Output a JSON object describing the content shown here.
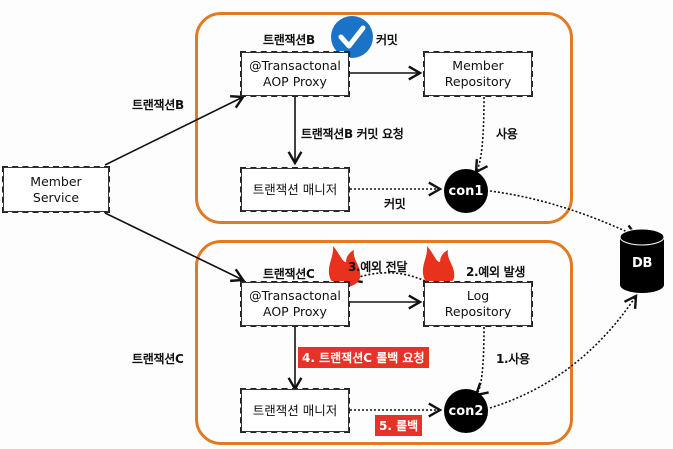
{
  "outer_labels": {
    "tx_b": "트랜잭션B",
    "tx_c": "트랜잭션C"
  },
  "member_service": {
    "line1": "Member",
    "line2": "Service"
  },
  "tx_b_group": {
    "title": "트랜잭션B",
    "commit_badge": "커밋",
    "proxy": {
      "line1": "@Transactonal",
      "line2": "AOP Proxy"
    },
    "repository": {
      "line1": "Member",
      "line2": "Repository"
    },
    "manager": "트랜잭션 매니저",
    "connection": "con1",
    "commit_request": "트랜잭션B 커밋 요청",
    "use": "사용",
    "commit": "커밋"
  },
  "tx_c_group": {
    "title": "트랜잭션C",
    "proxy": {
      "line1": "@Transactonal",
      "line2": "AOP Proxy"
    },
    "repository": {
      "line1": "Log",
      "line2": "Repository"
    },
    "manager": "트랜잭션 매니저",
    "connection": "con2",
    "step1": "1.사용",
    "step2": "2.예외 발생",
    "step3": "3.예외 전달",
    "step4": "4. 트랜잭션C 롤백 요청",
    "step5": "5. 롤백"
  },
  "db": "DB",
  "colors": {
    "frame": "#e07b24",
    "highlight": "#e53427",
    "check": "#1a73c7"
  }
}
